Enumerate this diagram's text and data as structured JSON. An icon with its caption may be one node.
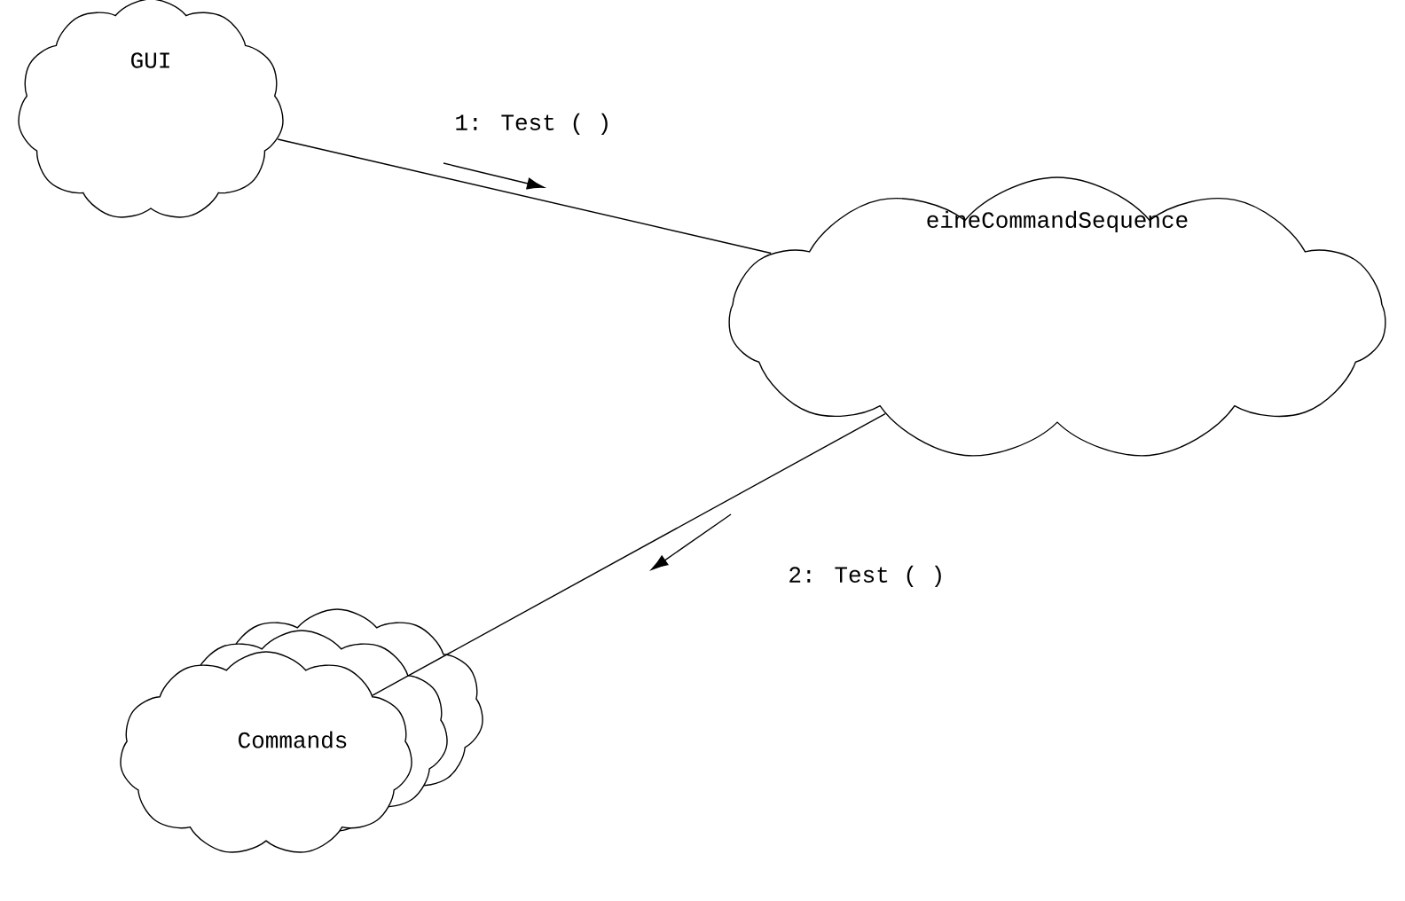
{
  "diagram": {
    "nodes": [
      {
        "text": [
          "GUI"
        ]
      },
      {
        "text": [
          "eineCommandSequence"
        ]
      },
      {
        "text": [
          "Commands"
        ]
      }
    ],
    "edges": [
      {
        "from": 0,
        "to": 1,
        "arrow": "none",
        "label": "1: Test ( )"
      },
      {
        "from": 1,
        "to": 2,
        "arrow": "none",
        "label": "2: Test ( )"
      }
    ]
  }
}
